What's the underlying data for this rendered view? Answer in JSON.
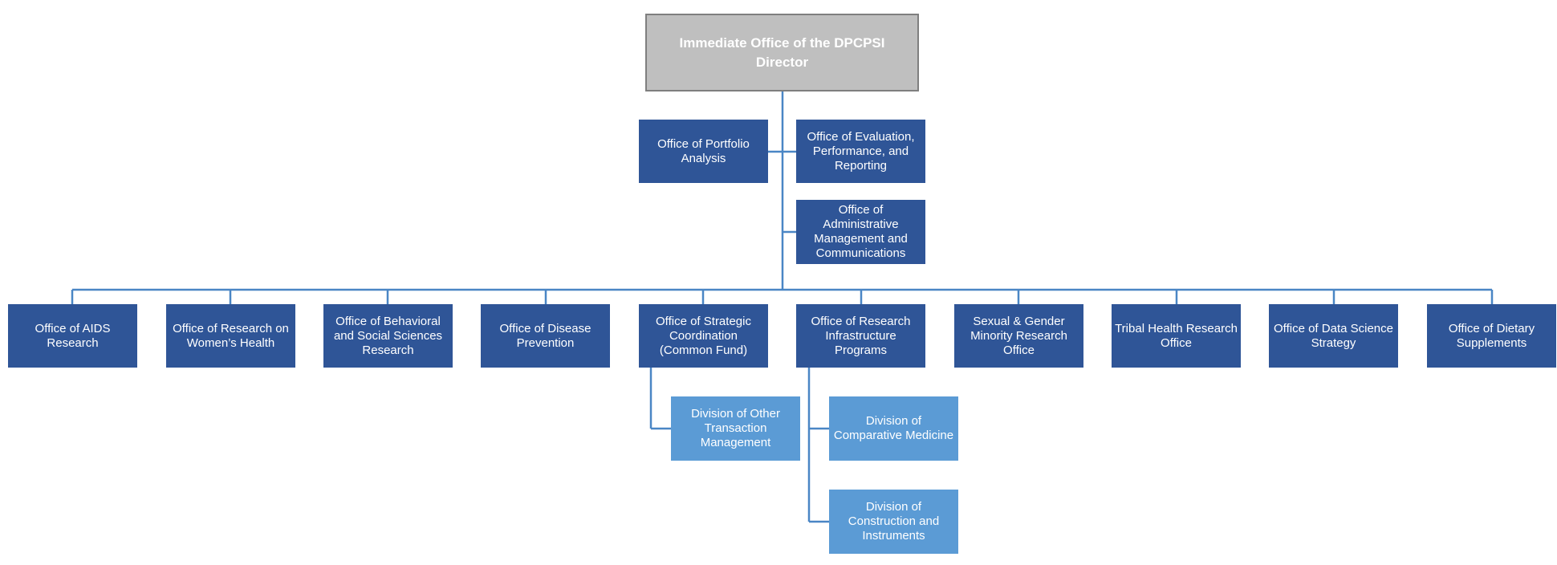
{
  "colors": {
    "director_fill": "#bfbfbf",
    "director_border": "#7f7f7f",
    "office_fill": "#2f5597",
    "division_fill": "#5b9bd5",
    "connector": "#4a86c5"
  },
  "director": {
    "label": "Immediate Office of the DPCPSI Director"
  },
  "staff_offices": [
    {
      "label": "Office of Portfolio Analysis"
    },
    {
      "label": "Office of Evaluation, Performance, and Reporting"
    },
    {
      "label": "Office of Administrative Management and Communications"
    }
  ],
  "offices": [
    {
      "label": "Office of AIDS Research"
    },
    {
      "label": "Office of Research on Women’s Health"
    },
    {
      "label": "Office of Behavioral and Social Sciences Research"
    },
    {
      "label": "Office of Disease Prevention"
    },
    {
      "label": "Office of Strategic Coordination (Common Fund)"
    },
    {
      "label": "Office of Research Infrastructure Programs"
    },
    {
      "label": "Sexual & Gender Minority Research Office"
    },
    {
      "label": "Tribal Health Research Office"
    },
    {
      "label": "Office of Data Science Strategy"
    },
    {
      "label": "Office of Dietary Supplements"
    }
  ],
  "divisions": [
    {
      "label": "Division of Other Transaction Management"
    },
    {
      "label": "Division of Comparative Medicine"
    },
    {
      "label": "Division of Construction and Instruments"
    }
  ]
}
